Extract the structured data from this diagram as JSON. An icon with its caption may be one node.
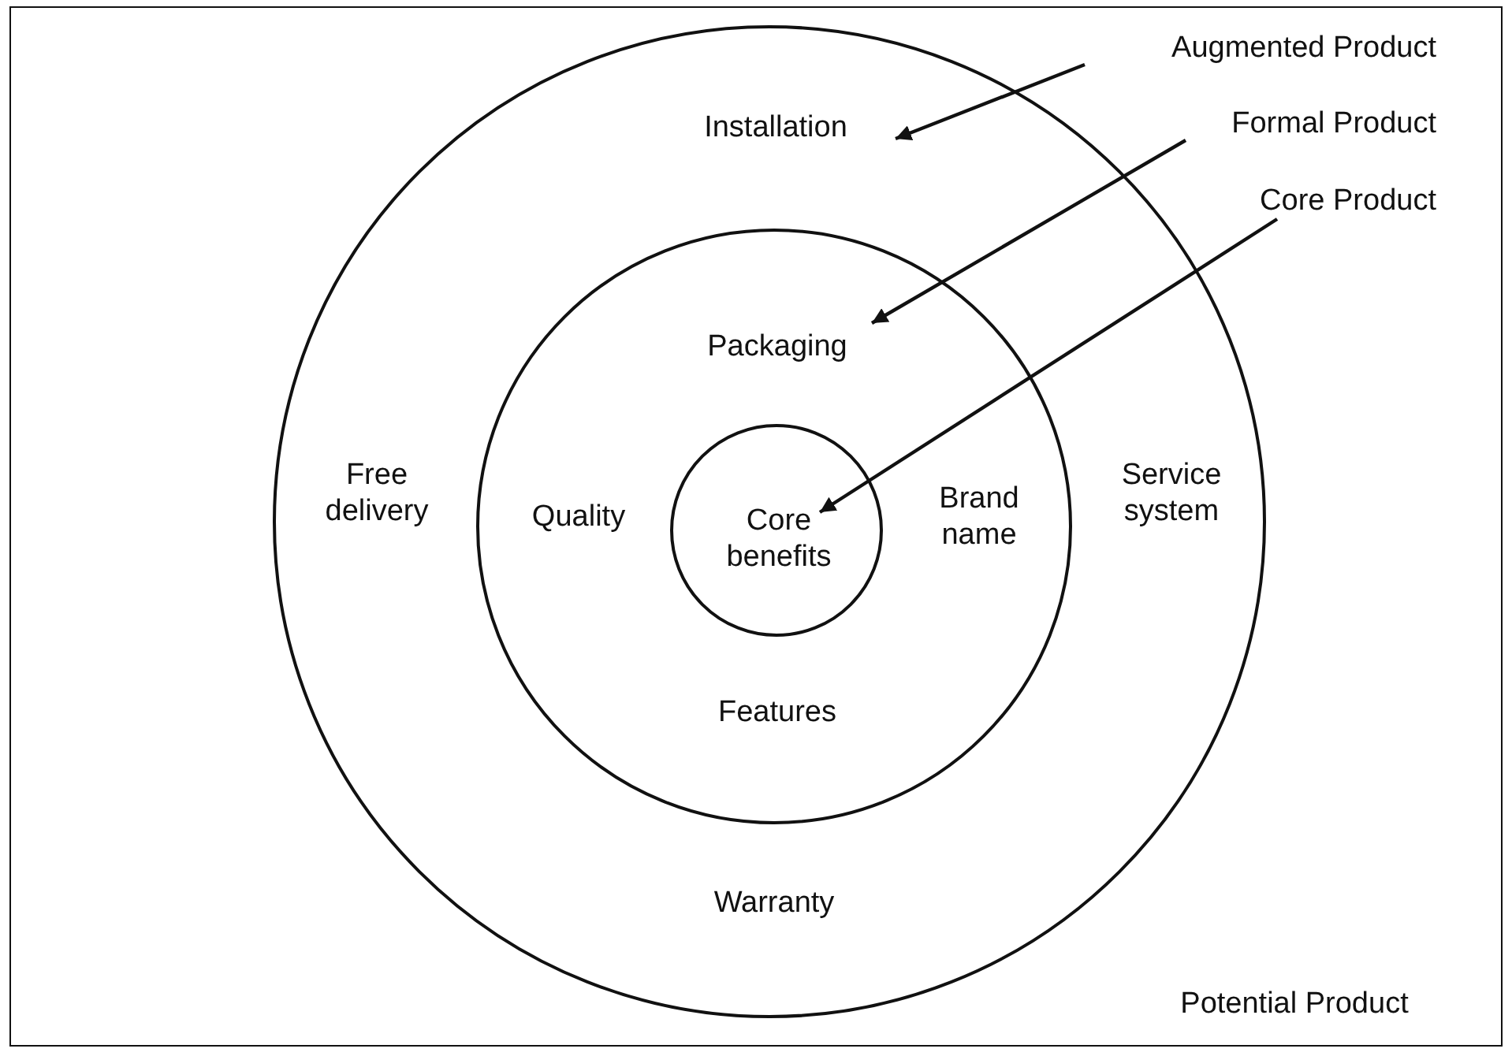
{
  "diagram": {
    "nodes": [
      {
        "text": [
          "Potential Product"
        ]
      },
      {
        "text": [
          "Installation",
          "Free delivery",
          "Service system",
          "Warranty"
        ],
        "in": 0
      },
      {
        "text": [
          "Packaging",
          "Quality",
          "Brand name",
          "Features"
        ],
        "in": 1
      },
      {
        "text": [
          "Core benefits"
        ],
        "in": 2
      },
      {
        "text": [
          "Augmented Product"
        ],
        "in": 0
      },
      {
        "text": [
          "Formal Product"
        ],
        "in": 0
      },
      {
        "text": [
          "Core Product"
        ],
        "in": 0
      }
    ],
    "edges": [
      {
        "from": 4,
        "to": 1,
        "arrow": "to"
      },
      {
        "from": 5,
        "to": 2,
        "arrow": "to"
      },
      {
        "from": 6,
        "to": 3,
        "arrow": "to"
      }
    ]
  }
}
